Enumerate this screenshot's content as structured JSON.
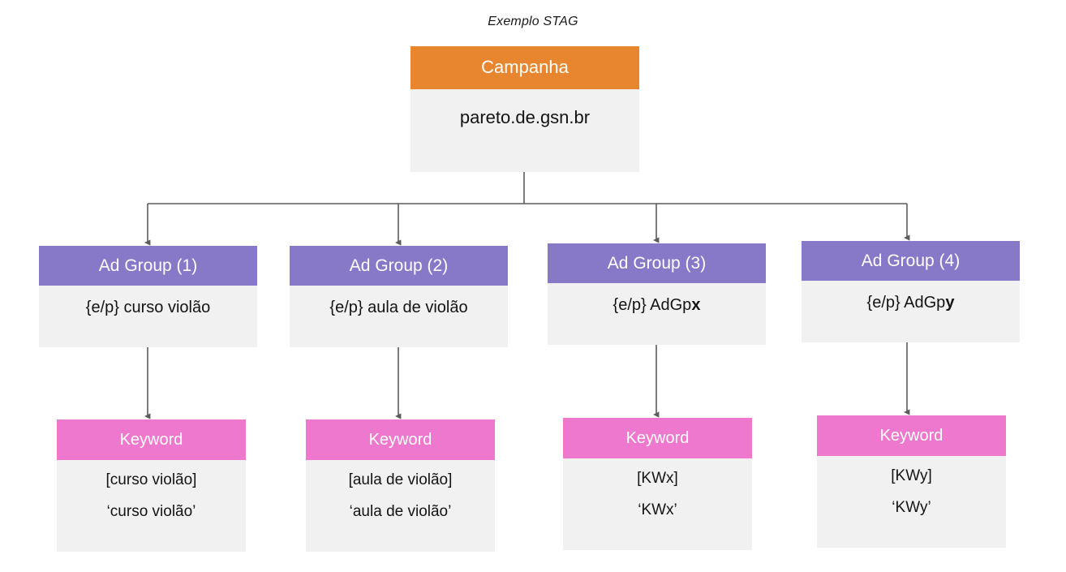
{
  "title": "Exemplo STAG",
  "colors": {
    "campaign_header": "#e8852f",
    "adgroup_header": "#8878c8",
    "keyword_header": "#ee78cd",
    "node_body": "#f1f1f1",
    "edge": "#5c5c5c",
    "header_text": "#ffffff",
    "body_text": "#141414"
  },
  "campaign": {
    "header": "Campanha",
    "value": "pareto.de.gsn.br"
  },
  "adgroups": [
    {
      "header": "Ad Group (1)",
      "value": "{e/p} curso violão",
      "value_prefix": "{e/p} curso violão",
      "value_bold": ""
    },
    {
      "header": "Ad Group (2)",
      "value": "{e/p} aula de violão",
      "value_prefix": "{e/p} aula de violão",
      "value_bold": ""
    },
    {
      "header": "Ad Group (3)",
      "value": "{e/p} AdGpx",
      "value_prefix": "{e/p} AdGp",
      "value_bold": "x"
    },
    {
      "header": "Ad Group (4)",
      "value": "{e/p} AdGpy",
      "value_prefix": "{e/p} AdGp",
      "value_bold": "y"
    }
  ],
  "keywords": [
    {
      "header": "Keyword",
      "exact": "[curso violão]",
      "phrase": "‘curso violão’"
    },
    {
      "header": "Keyword",
      "exact": "[aula de violão]",
      "phrase": "‘aula de violão’"
    },
    {
      "header": "Keyword",
      "exact": "[KWx]",
      "phrase": "‘KWx’"
    },
    {
      "header": "Keyword",
      "exact": "[KWy]",
      "phrase": "‘KWy’"
    }
  ],
  "edges": {
    "campaign_to_bus": "vertical stem from campaign bottom to horizontal bus",
    "bus_to_adgroups": "horizontal bus branching to four ad groups with arrowheads",
    "adgroup_to_keyword": "vertical arrow from each ad group to its keyword"
  }
}
